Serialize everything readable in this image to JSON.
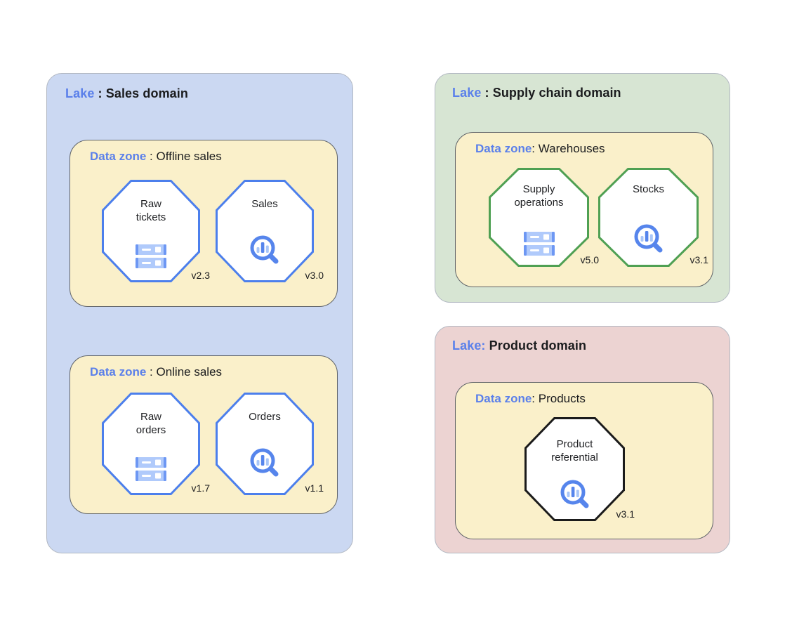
{
  "palette": {
    "accent_label_blue": "#5b80ea",
    "lake_sales_bg": "#cbd8f2",
    "lake_supply_bg": "#d7e5d3",
    "lake_product_bg": "#ecd3d2",
    "zone_bg": "#faf0ca",
    "octagon_blue_border": "#4c7fec",
    "octagon_green_border": "#4fa053",
    "octagon_black_border": "#1b1b1b",
    "icon_blue": "#5685ec",
    "icon_light_blue": "#a9c6f8"
  },
  "lakes": [
    {
      "prefix": "Lake",
      "separator": " : ",
      "title": "Sales domain",
      "zones": [
        {
          "prefix": "Data zone",
          "separator": " : ",
          "title": "Offline sales",
          "entities": [
            {
              "name": "Raw tickets",
              "version": "v2.3",
              "icon": "storage-icon"
            },
            {
              "name": "Sales",
              "version": "v3.0",
              "icon": "analytics-search-icon"
            }
          ]
        },
        {
          "prefix": "Data zone",
          "separator": " : ",
          "title": "Online sales",
          "entities": [
            {
              "name": "Raw orders",
              "version": "v1.7",
              "icon": "storage-icon"
            },
            {
              "name": "Orders",
              "version": "v1.1",
              "icon": "analytics-search-icon"
            }
          ]
        }
      ]
    },
    {
      "prefix": "Lake",
      "separator": " : ",
      "title": "Supply chain domain",
      "zones": [
        {
          "prefix": "Data zone",
          "separator": ": ",
          "title": "Warehouses",
          "entities": [
            {
              "name": "Supply operations",
              "version": "v5.0",
              "icon": "storage-icon"
            },
            {
              "name": "Stocks",
              "version": "v3.1",
              "icon": "analytics-search-icon"
            }
          ]
        }
      ]
    },
    {
      "prefix": "Lake:",
      "separator": " ",
      "title": "Product domain",
      "zones": [
        {
          "prefix": "Data zone",
          "separator": ": ",
          "title": "Products",
          "entities": [
            {
              "name": "Product referential",
              "version": "v3.1",
              "icon": "analytics-search-icon"
            }
          ]
        }
      ]
    }
  ]
}
